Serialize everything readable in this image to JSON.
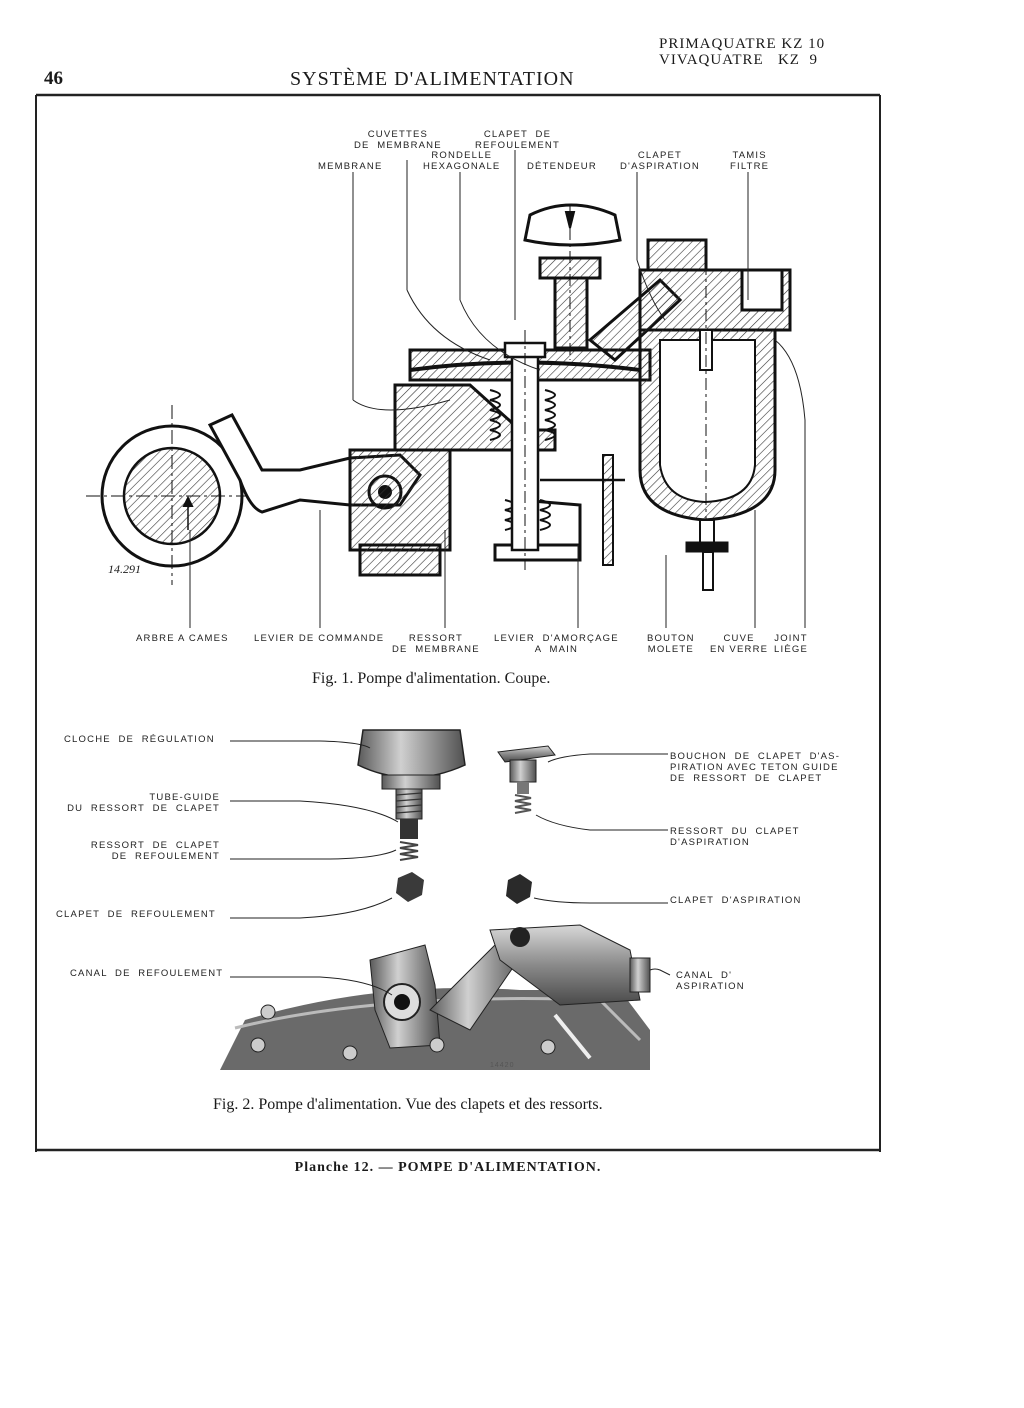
{
  "header": {
    "page_number": "46",
    "section_title": "SYSTÈME D'ALIMENTATION",
    "models": [
      "PRIMAQUATRE KZ 10",
      "VIVAQUATRE   KZ  9"
    ]
  },
  "fig1": {
    "top_labels": {
      "cuvettes": "CUVETTES\nDE  MEMBRANE",
      "clapet_refoulement": "CLAPET  DE\nREFOULEMENT",
      "rondelle": "RONDELLE\nHEXAGONALE",
      "membrane": "MEMBRANE",
      "detendeur": "DÉTENDEUR",
      "clapet_aspiration": "CLAPET\nD'ASPIRATION",
      "tamis": "TAMIS\nFILTRE"
    },
    "bottom_labels": {
      "arbre": "ARBRE A CAMES",
      "levier": "LEVIER DE COMMANDE",
      "ressort": "RESSORT\nDE  MEMBRANE",
      "levier_amorcage": "LEVIER  D'AMORÇAGE\nA  MAIN",
      "bouton": "BOUTON\nMOLETE",
      "cuve": "CUVE\nEN VERRE",
      "joint": "JOINT\nLIÈGE"
    },
    "drawing_number": "14.291",
    "caption": "Fig. 1. Pompe d'alimentation. Coupe."
  },
  "fig2": {
    "left_labels": {
      "cloche": "CLOCHE  DE  RÉGULATION",
      "tube_guide": "TUBE-GUIDE\nDU  RESSORT  DE  CLAPET",
      "ressort_refoulement": "RESSORT  DE  CLAPET\nDE  REFOULEMENT",
      "clapet_refoulement": "CLAPET  DE  REFOULEMENT",
      "canal_refoulement": "CANAL  DE  REFOULEMENT"
    },
    "right_labels": {
      "bouchon": "BOUCHON  DE  CLAPET  D'AS-\nPIRATION AVEC TETON GUIDE\nDE  RESSORT  DE  CLAPET",
      "ressort_aspiration": "RESSORT  DU  CLAPET\nD'ASPIRATION",
      "clapet_aspiration": "CLAPET  D'ASPIRATION",
      "canal_aspiration": "CANAL  D'\nASPIRATION"
    },
    "photo_number": "14420",
    "caption": "Fig. 2. Pompe d'alimentation. Vue des clapets et des ressorts."
  },
  "footer": {
    "plate_title": "Planche 12. — POMPE D'ALIMENTATION."
  }
}
